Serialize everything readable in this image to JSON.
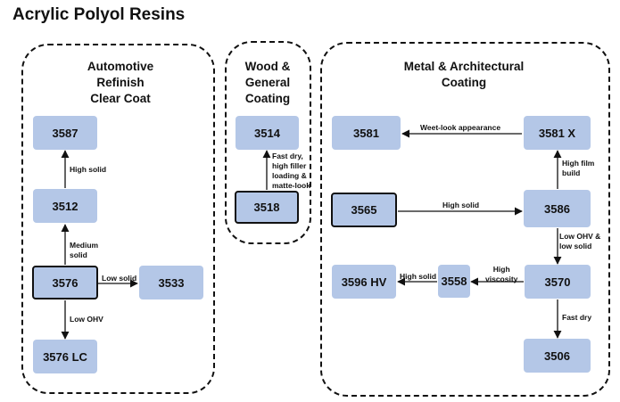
{
  "title": "Acrylic Polyol Resins",
  "groups": {
    "automotive": [
      "Automotive",
      "Refinish",
      "Clear Coat"
    ],
    "wood": [
      "Wood &",
      "General",
      "Coating"
    ],
    "metal": [
      "Metal & Architectural",
      "Coating"
    ]
  },
  "nodes": {
    "n3587": "3587",
    "n3512": "3512",
    "n3576": "3576",
    "n3533": "3533",
    "n3576lc": "3576 LC",
    "n3514": "3514",
    "n3518": "3518",
    "n3581": "3581",
    "n3581x": "3581 X",
    "n3565": "3565",
    "n3586": "3586",
    "n3596hv": "3596 HV",
    "n3558": "3558",
    "n3570": "3570",
    "n3506": "3506"
  },
  "edge_labels": {
    "high_solid_a": "High solid",
    "medium_solid": [
      "Medium",
      "solid"
    ],
    "low_solid": "Low solid",
    "low_ohv": "Low OHV",
    "fast_dry_wood": [
      "Fast dry,",
      "high filler",
      "loading &",
      "matte-look"
    ],
    "weet_look": "Weet-look appearance",
    "high_film_build": [
      "High film",
      "build"
    ],
    "high_solid_b": "High solid",
    "low_ohv_low_solid": [
      "Low OHV &",
      "low solid"
    ],
    "high_viscosity": [
      "High",
      "viscosity"
    ],
    "high_solid_c": "High solid",
    "fast_dry": "Fast dry"
  }
}
